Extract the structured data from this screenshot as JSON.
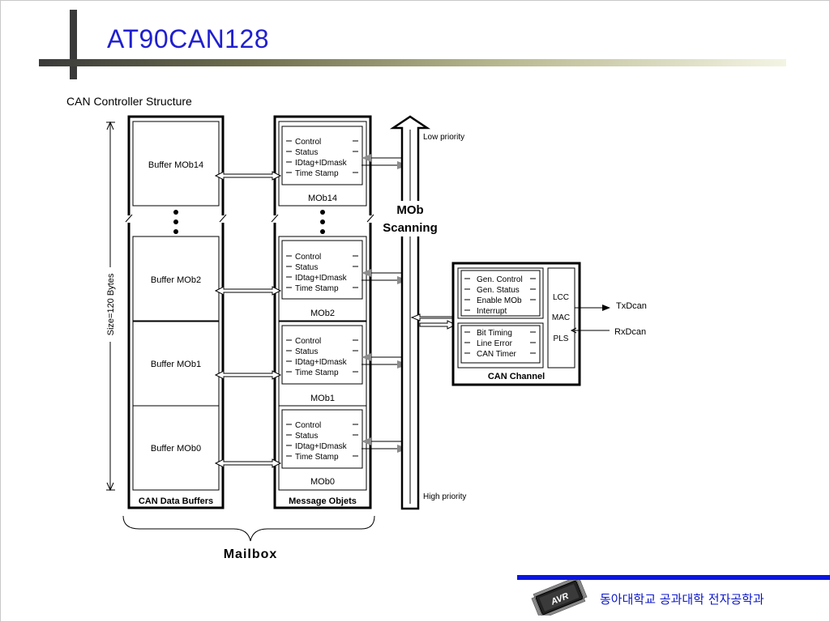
{
  "slide": {
    "title": "AT90CAN128"
  },
  "diagram": {
    "title": "CAN Controller Structure",
    "size_label": "Size=120 Bytes",
    "buffers": [
      "Buffer MOb14",
      "Buffer MOb2",
      "Buffer MOb1",
      "Buffer MOb0"
    ],
    "buffers_caption": "CAN Data Buffers",
    "mob_fields": [
      "Control",
      "Status",
      "IDtag+IDmask",
      "Time Stamp"
    ],
    "mobs": [
      "MOb14",
      "MOb2",
      "MOb1",
      "MOb0"
    ],
    "mobs_caption": "Message Objets",
    "scanning": {
      "line1": "MOb",
      "line2": "Scanning",
      "low": "Low priority",
      "high": "High priority"
    },
    "channel": {
      "group1": [
        "Gen. Control",
        "Gen. Status",
        "Enable MOb",
        "Interrupt"
      ],
      "group2": [
        "Bit Timing",
        "Line Error",
        "CAN Timer"
      ],
      "layers": [
        "LCC",
        "MAC",
        "PLS"
      ],
      "caption": "CAN Channel",
      "tx": "TxDcan",
      "rx": "RxDcan"
    },
    "mailbox": "Mailbox"
  },
  "footer": {
    "text": "동아대학교 공과대학 전자공학과",
    "logo_text": "AVR"
  },
  "colors": {
    "title": "#1f1fd0",
    "footer_bar": "#0b16e0",
    "footer_text": "#0b16c8",
    "arrow_gray": "#8c8c8c"
  }
}
